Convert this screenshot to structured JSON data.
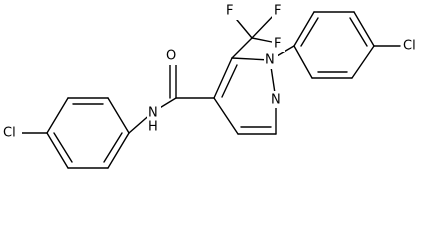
{
  "molecule": {
    "atoms": {
      "cl_right": "Cl",
      "f_left": "F",
      "f_right": "F",
      "f_bottom": "F",
      "o": "O",
      "n1": "N",
      "n2": "N",
      "nh": "N",
      "h": "H",
      "cl_left": "Cl"
    }
  }
}
